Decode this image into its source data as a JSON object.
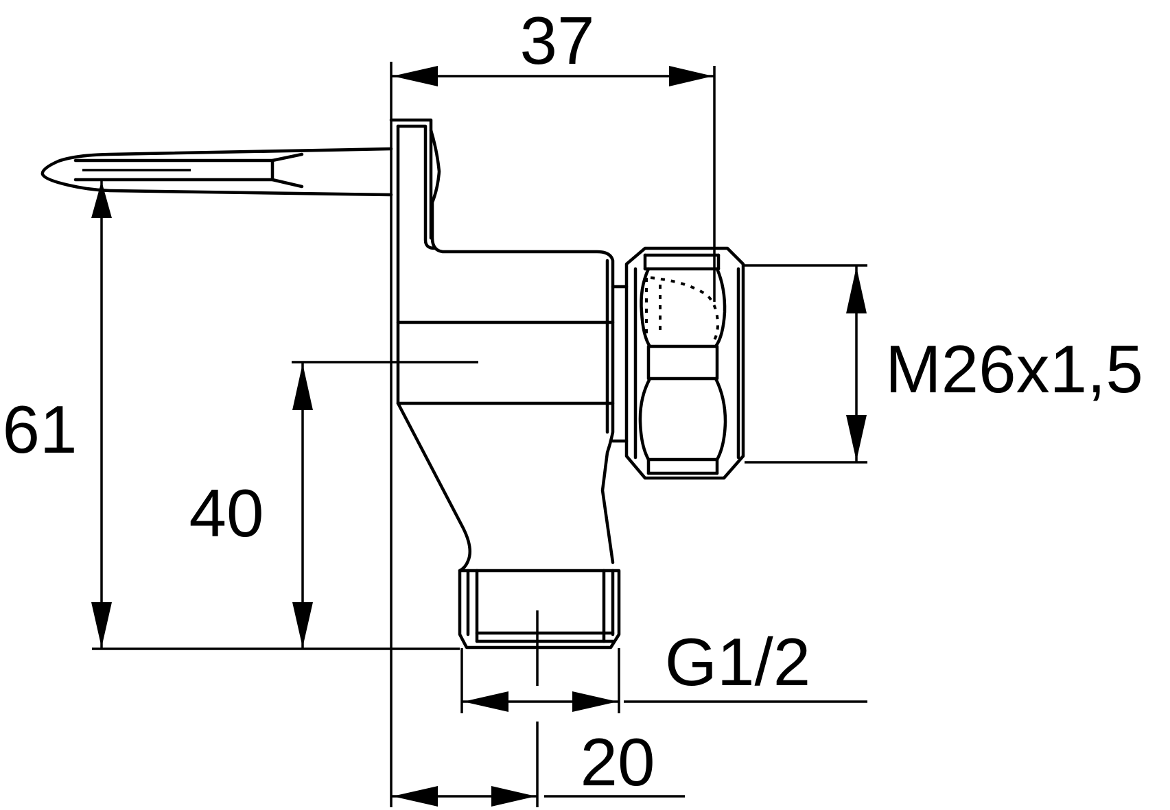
{
  "dimensions": {
    "top_width": "37",
    "total_height": "61",
    "axis_height": "40",
    "thread_size": "M26x1,5",
    "pipe_thread": "G1/2",
    "offset": "20"
  }
}
